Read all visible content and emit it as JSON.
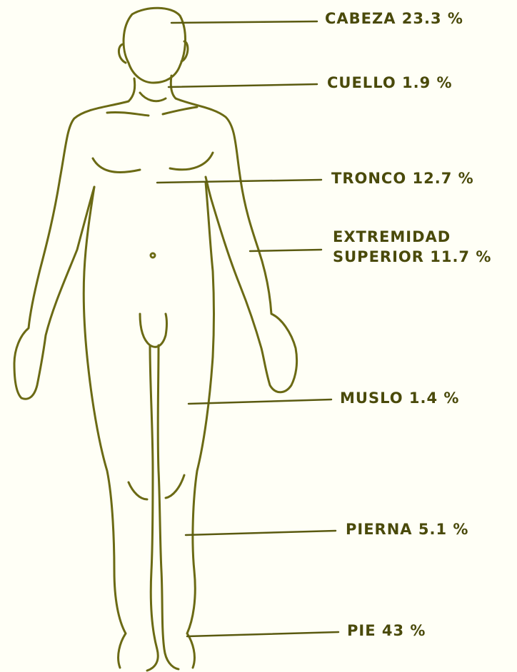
{
  "labels": {
    "cabeza": "CABEZA 23.3 %",
    "cuello": "CUELLO 1.9 %",
    "tronco": "TRONCO 12.7 %",
    "extremidad_line1": "EXTREMIDAD",
    "extremidad_line2": "SUPERIOR 11.7 %",
    "muslo": "MUSLO 1.4 %",
    "pierna": "PIERNA 5.1 %",
    "pie": "PIE 43 %"
  },
  "colors": {
    "line": "#6b6a14",
    "text": "#4a4a0a",
    "background": "#fffff6"
  }
}
